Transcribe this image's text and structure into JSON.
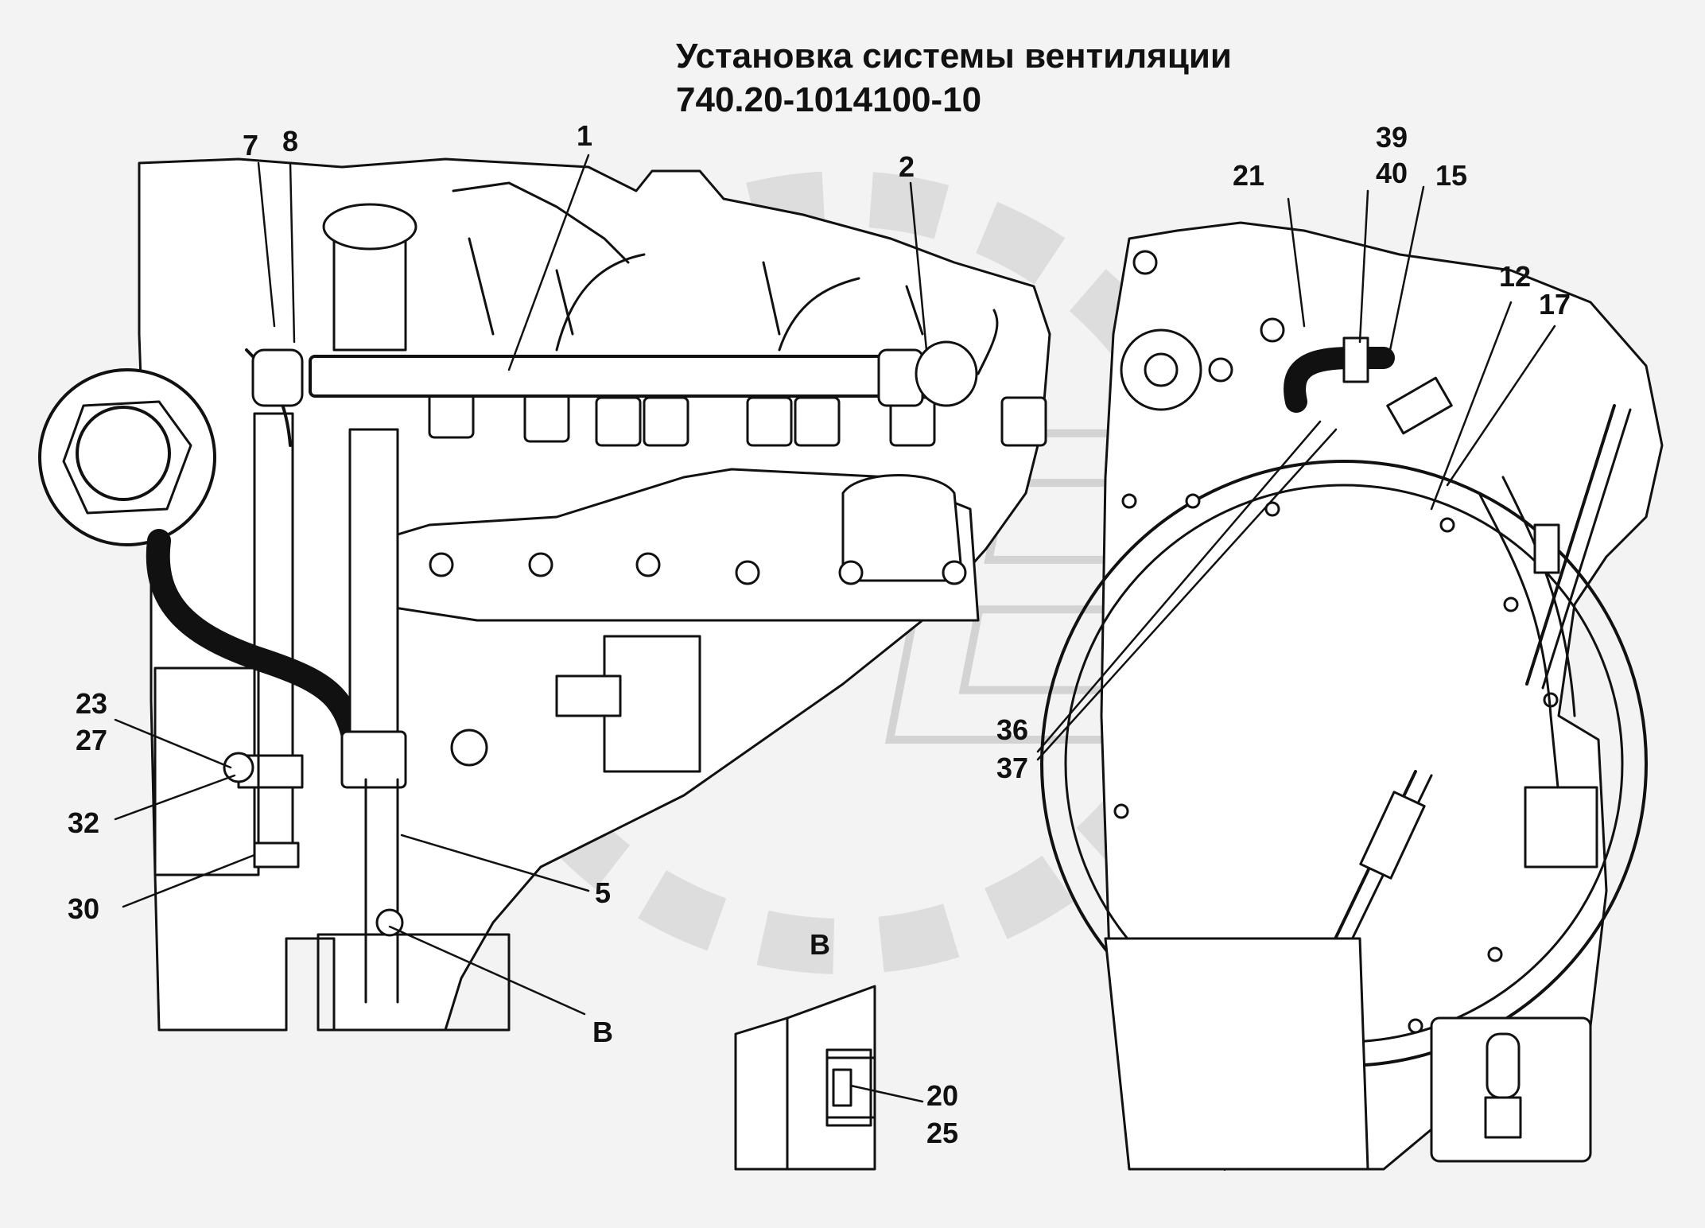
{
  "title": {
    "line1": "Установка системы вентиляции",
    "line2": "740.20-1014100-10"
  },
  "watermark": "OPEX",
  "colors": {
    "background": "#f3f3f3",
    "ink": "#111111",
    "watermark": "#b9b9b9"
  },
  "callouts": {
    "c1": "1",
    "c2": "2",
    "c5": "5",
    "c7": "7",
    "c8": "8",
    "c12": "12",
    "c15": "15",
    "c17": "17",
    "c21": "21",
    "c23": "23",
    "c27": "27",
    "c30": "30",
    "c32": "32",
    "c36": "36",
    "c37": "37",
    "c39": "39",
    "c40": "40",
    "c20": "20",
    "c25": "25",
    "cB": "B"
  },
  "detail_view": {
    "label": "B"
  }
}
